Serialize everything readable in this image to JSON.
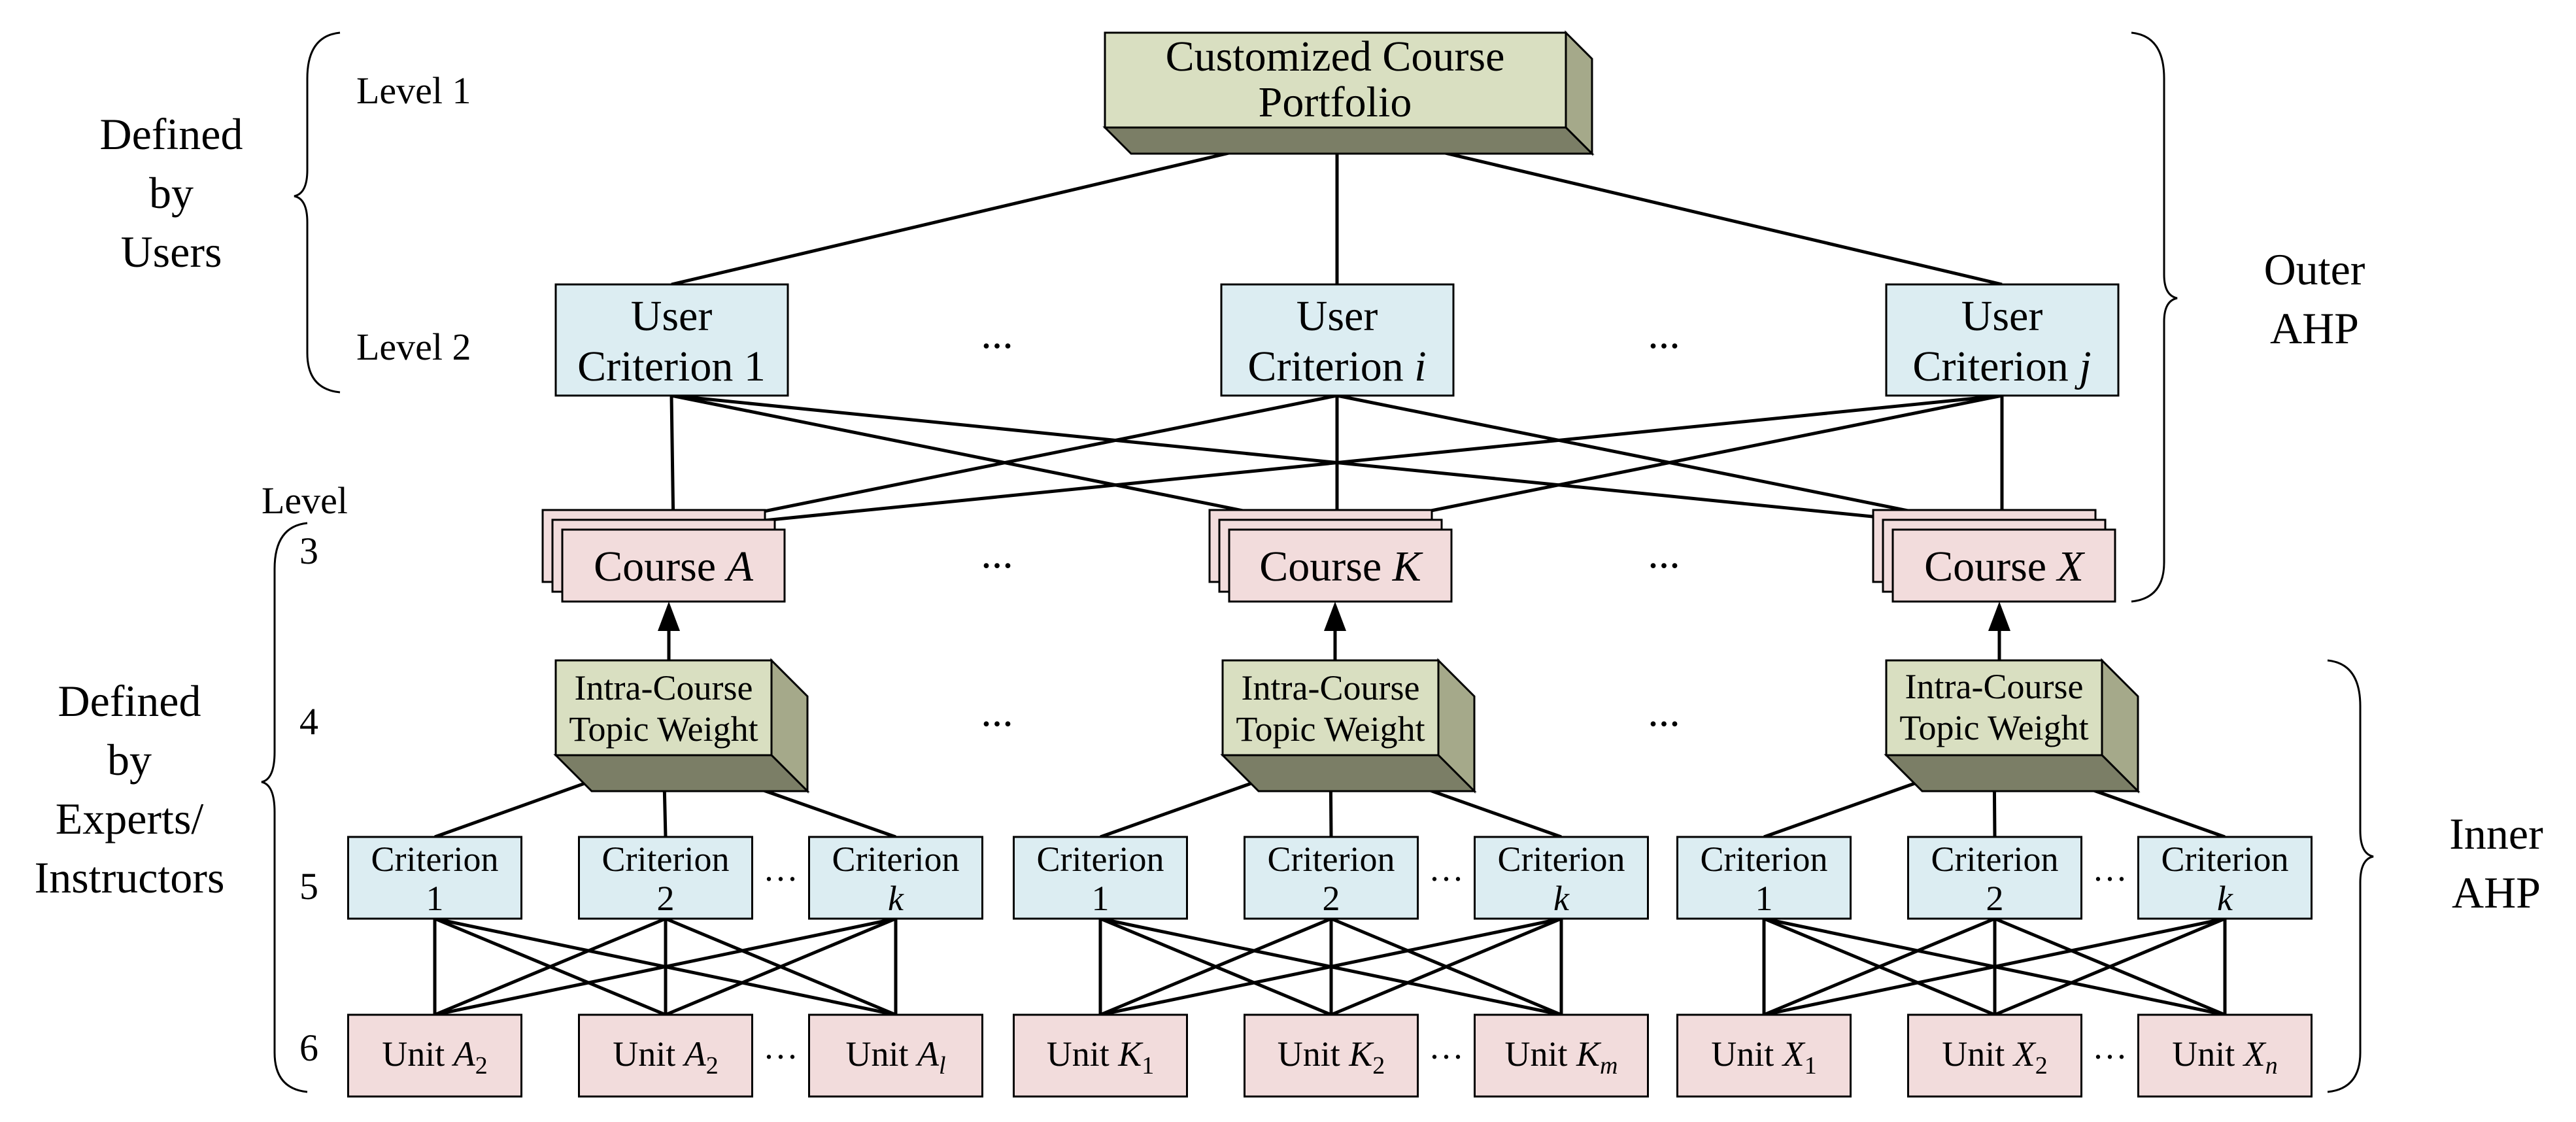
{
  "levels": [
    "Level 1",
    "Level 2",
    "Level",
    "3",
    "4",
    "5",
    "6"
  ],
  "side_labels": {
    "users": [
      "Defined",
      "by",
      "Users"
    ],
    "experts": [
      "Defined",
      "by",
      "Experts/",
      "Instructors"
    ],
    "outer": [
      "Outer",
      "AHP"
    ],
    "inner": [
      "Inner",
      "AHP"
    ]
  },
  "root": [
    "Customized Course",
    "Portfolio"
  ],
  "user_criteria": [
    {
      "line1": "User",
      "line2": "Criterion ",
      "var": "",
      "num": "1"
    },
    {
      "line1": "User",
      "line2": "Criterion ",
      "var": "i",
      "num": ""
    },
    {
      "line1": "User",
      "line2": "Criterion ",
      "var": "j",
      "num": ""
    }
  ],
  "courses": [
    {
      "prefix": "Course ",
      "var": "A"
    },
    {
      "prefix": "Course ",
      "var": "K"
    },
    {
      "prefix": "Course ",
      "var": "X"
    }
  ],
  "topic_weight": [
    "Intra-Course",
    "Topic Weight"
  ],
  "criteria": [
    [
      {
        "line1": "Criterion",
        "sub": "1",
        "italic": false
      },
      {
        "line1": "Criterion",
        "sub": "2",
        "italic": false
      },
      {
        "line1": "Criterion",
        "sub": "k",
        "italic": true
      }
    ],
    [
      {
        "line1": "Criterion",
        "sub": "1",
        "italic": false
      },
      {
        "line1": "Criterion",
        "sub": "2",
        "italic": false
      },
      {
        "line1": "Criterion",
        "sub": "k",
        "italic": true
      }
    ],
    [
      {
        "line1": "Criterion",
        "sub": "1",
        "italic": false
      },
      {
        "line1": "Criterion",
        "sub": "2",
        "italic": false
      },
      {
        "line1": "Criterion",
        "sub": "k",
        "italic": true
      }
    ]
  ],
  "units": [
    [
      {
        "prefix": "Unit ",
        "var": "A",
        "sub": "2"
      },
      {
        "prefix": "Unit ",
        "var": "A",
        "sub": "2"
      },
      {
        "prefix": "Unit ",
        "var": "A",
        "sub": "l"
      }
    ],
    [
      {
        "prefix": "Unit ",
        "var": "K",
        "sub": "1"
      },
      {
        "prefix": "Unit ",
        "var": "K",
        "sub": "2"
      },
      {
        "prefix": "Unit ",
        "var": "K",
        "sub": "m"
      }
    ],
    [
      {
        "prefix": "Unit ",
        "var": "X",
        "sub": "1"
      },
      {
        "prefix": "Unit ",
        "var": "X",
        "sub": "2"
      },
      {
        "prefix": "Unit ",
        "var": "X",
        "sub": "n"
      }
    ]
  ],
  "ellipsis": "...",
  "ellipsis_small": "···",
  "colors": {
    "olive_box": "#d9dfc1",
    "olive_side": "#a5a98a",
    "olive_dark": "#7b7e66",
    "blue_box": "#dcedf2",
    "pink_box": "#f2dcdc",
    "stroke": "#000000"
  }
}
